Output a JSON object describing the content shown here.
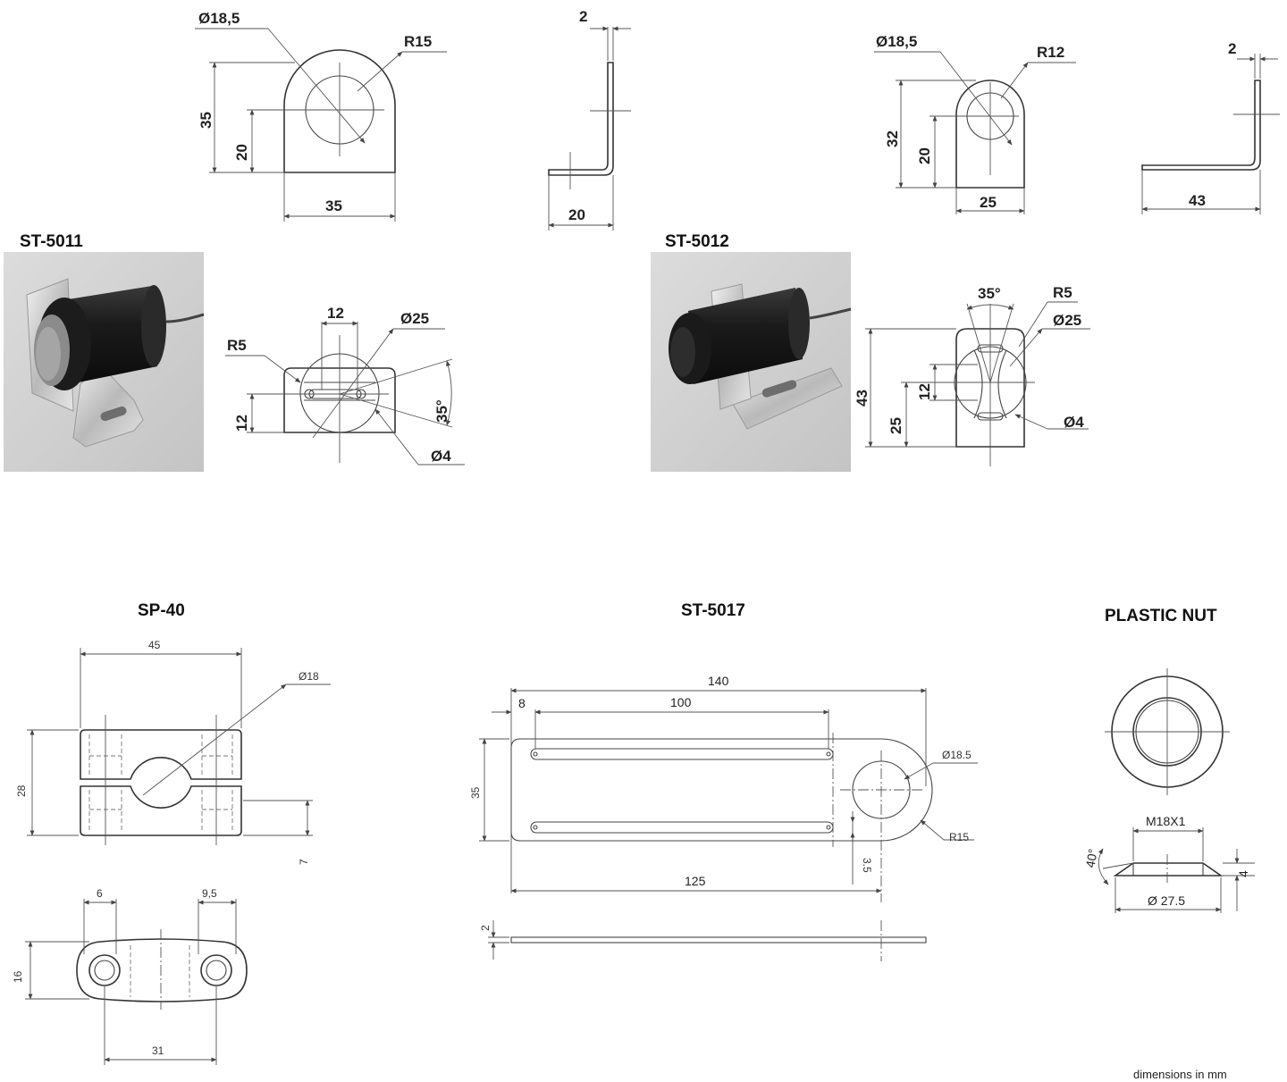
{
  "st5011": {
    "title": "ST-5011",
    "front": {
      "dia": "Ø18,5",
      "radius": "R15",
      "height": "35",
      "center_height": "20",
      "width": "35"
    },
    "side": {
      "thickness": "2",
      "leg": "20"
    },
    "bottom": {
      "slot_spacing": "12",
      "sensor_dia": "Ø25",
      "slot_radius": "R5",
      "slot_offset": "12",
      "angle": "35°",
      "hole_dia": "Ø4"
    }
  },
  "st5012": {
    "title": "ST-5012",
    "front": {
      "dia": "Ø18,5",
      "radius": "R12",
      "height": "32",
      "center_height": "20",
      "width": "25"
    },
    "side": {
      "thickness": "2",
      "leg": "43"
    },
    "bottom": {
      "angle": "35°",
      "slot_radius": "R5",
      "sensor_dia": "Ø25",
      "height": "43",
      "slot_width": "12",
      "center_height": "25",
      "hole_dia": "Ø4"
    }
  },
  "sp40": {
    "title": "SP-40",
    "top": {
      "width": "45",
      "dia": "Ø18",
      "height": "28",
      "gap": "7"
    },
    "bottom": {
      "left_hole": "6",
      "right_hole": "9,5",
      "height": "16",
      "spacing": "31"
    }
  },
  "st5017": {
    "title": "ST-5017",
    "plan": {
      "length": "140",
      "offset": "8",
      "slot_length": "100",
      "width": "35",
      "hole_dia": "Ø18.5",
      "radius": "R15",
      "slot_offset": "3.5",
      "center_distance": "125"
    },
    "profile": {
      "thickness": "2"
    }
  },
  "plastic_nut": {
    "title": "PLASTIC NUT",
    "thread": "M18X1",
    "angle": "40°",
    "diameter": "Ø 27.5",
    "height": "4"
  },
  "footer": {
    "note": "dimensions in mm"
  }
}
